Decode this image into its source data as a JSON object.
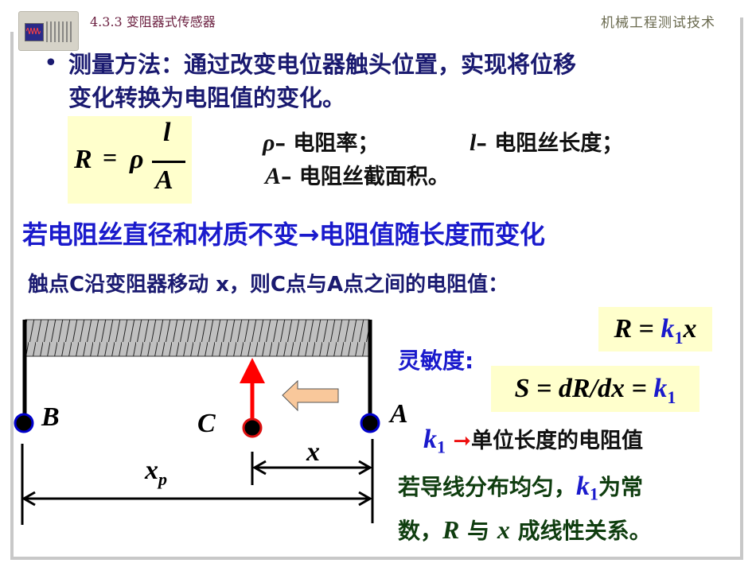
{
  "header": {
    "section_title": "4.3.3 变阻器式传感器",
    "course_title": "机械工程测试技术",
    "logo_icon": "oscilloscope-icon"
  },
  "bullet": {
    "marker": "•",
    "line1": "测量方法：通过改变电位器触头位置，实现将位移",
    "line2": "变化转换为电阻值的变化。"
  },
  "formula_main": {
    "lhs": "R",
    "equals": "=",
    "rho": "ρ",
    "numerator": "l",
    "denominator": "A"
  },
  "definitions": {
    "rho_symbol": "ρ",
    "rho_desc": "– 电阻率；",
    "l_symbol": "l",
    "l_desc": "– 电阻丝长度；",
    "a_symbol": "A",
    "a_desc": "– 电阻丝截面积。"
  },
  "blue_heading": "若电阻丝直径和材质不变→电阻值随长度而变化",
  "sub_heading": "触点C沿变阻器移动 x，则C点与A点之间的电阻值：",
  "diagram": {
    "label_B": "B",
    "label_C": "C",
    "label_A": "A",
    "label_x": "x",
    "label_xp": "x",
    "label_xp_sub": "p",
    "colors": {
      "resistor_fill": "#c0c0c0",
      "wiper": "#ff0000",
      "move_arrow": "#f9c89b",
      "terminal_ring": "#0000cc"
    }
  },
  "formula_r": {
    "lhs": "R",
    "equals": " = ",
    "k": "k",
    "k_sub": "1",
    "x": "x"
  },
  "sensitivity": {
    "label": "灵敏度:",
    "formula_lhs": "S = dR/dx = ",
    "k": "k",
    "k_sub": "1"
  },
  "k1_meaning": {
    "k": "k",
    "k_sub": "1",
    "arrow": "➞",
    "text": "单位长度的电阻值"
  },
  "conclusion": {
    "part1": "若导线分布均匀，",
    "k": "k",
    "k_sub": "1",
    "part2": "为常",
    "part3": "数，",
    "R": "R",
    "part4": " 与 ",
    "x": "x",
    "part5": " 成线性关系。"
  }
}
